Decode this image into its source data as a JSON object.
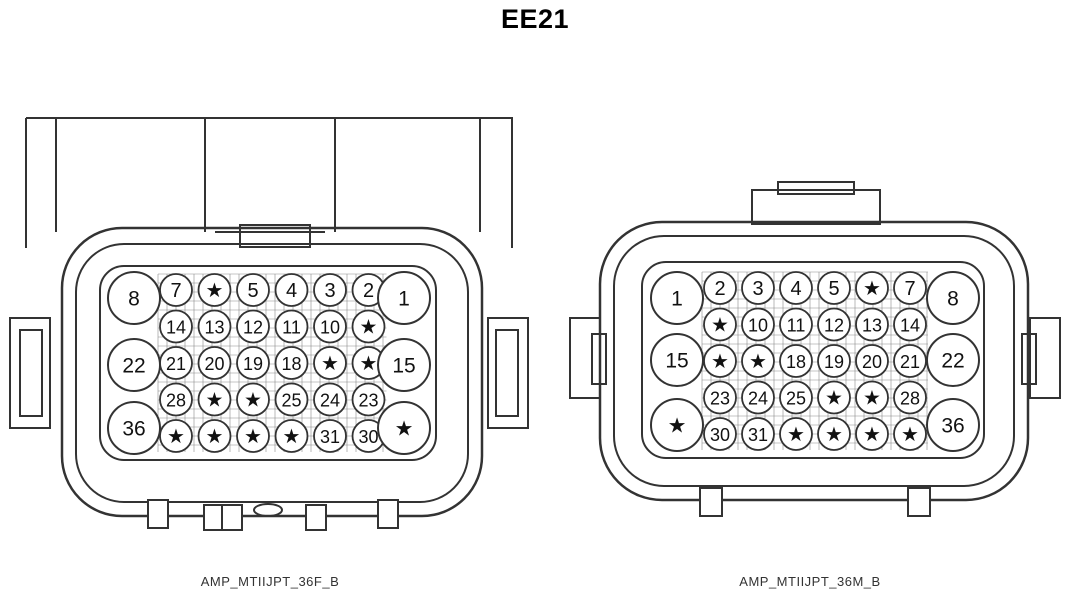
{
  "title": "EE21",
  "colors": {
    "line": "#333333",
    "mesh": "#8a8a8a",
    "fill": "#ffffff"
  },
  "connectors": [
    {
      "id": "female",
      "label": "AMP_MTIIJPT_36F_B",
      "big_pins": [
        {
          "label": "8"
        },
        {
          "label": "22"
        },
        {
          "label": "36"
        },
        {
          "label": "1"
        },
        {
          "label": "15"
        },
        {
          "label": "★"
        }
      ],
      "rows": [
        [
          "7",
          "★",
          "5",
          "4",
          "3",
          "2"
        ],
        [
          "14",
          "13",
          "12",
          "11",
          "10",
          "★"
        ],
        [
          "21",
          "20",
          "19",
          "18",
          "★",
          "★"
        ],
        [
          "28",
          "★",
          "★",
          "25",
          "24",
          "23"
        ],
        [
          "★",
          "★",
          "★",
          "★",
          "31",
          "30"
        ]
      ]
    },
    {
      "id": "male",
      "label": "AMP_MTIIJPT_36M_B",
      "big_pins": [
        {
          "label": "1"
        },
        {
          "label": "15"
        },
        {
          "label": "★"
        },
        {
          "label": "8"
        },
        {
          "label": "22"
        },
        {
          "label": "36"
        }
      ],
      "rows": [
        [
          "2",
          "3",
          "4",
          "5",
          "★",
          "7"
        ],
        [
          "★",
          "10",
          "11",
          "12",
          "13",
          "14"
        ],
        [
          "★",
          "★",
          "18",
          "19",
          "20",
          "21"
        ],
        [
          "23",
          "24",
          "25",
          "★",
          "★",
          "28"
        ],
        [
          "30",
          "31",
          "★",
          "★",
          "★",
          "★"
        ]
      ]
    }
  ]
}
